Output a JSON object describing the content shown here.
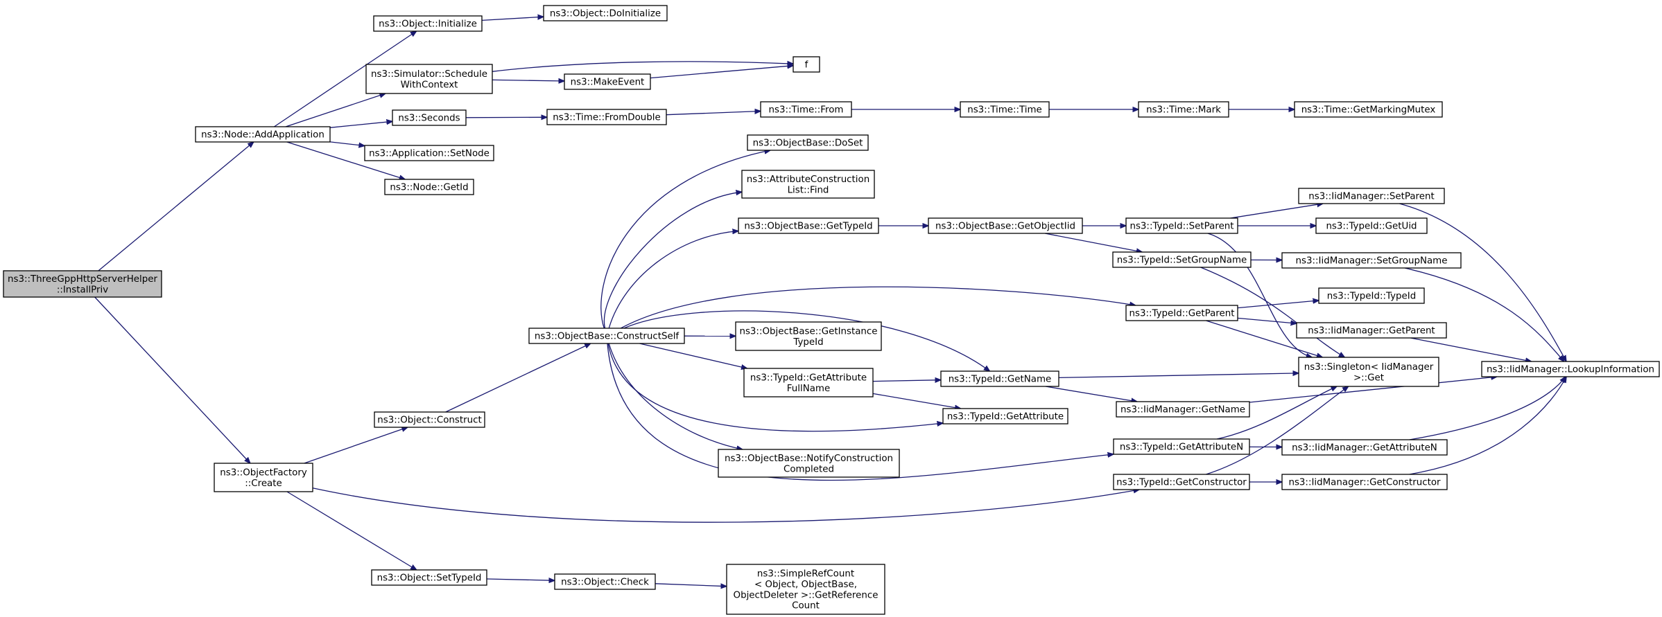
{
  "graph": {
    "edge_color": "#191970",
    "root_fill": "#bfbfbf",
    "node_fill": "#ffffff",
    "nodes": {
      "root": [
        "ns3::ThreeGppHttpServerHelper",
        "::InstallPriv"
      ],
      "addApp": [
        "ns3::Node::AddApplication"
      ],
      "create": [
        "ns3::ObjectFactory",
        "::Create"
      ],
      "init": [
        "ns3::Object::Initialize"
      ],
      "doInit": [
        "ns3::Object::DoInitialize"
      ],
      "schedule": [
        "ns3::Simulator::Schedule",
        "WithContext"
      ],
      "f": [
        "f"
      ],
      "makeEvent": [
        "ns3::MakeEvent"
      ],
      "seconds": [
        "ns3::Seconds"
      ],
      "fromDouble": [
        "ns3::Time::FromDouble"
      ],
      "timeFrom": [
        "ns3::Time::From"
      ],
      "timeTime": [
        "ns3::Time::Time"
      ],
      "timeMark": [
        "ns3::Time::Mark"
      ],
      "mutex": [
        "ns3::Time::GetMarkingMutex"
      ],
      "setNode": [
        "ns3::Application::SetNode"
      ],
      "getId": [
        "ns3::Node::GetId"
      ],
      "construct": [
        "ns3::Object::Construct"
      ],
      "constructSelf": [
        "ns3::ObjectBase::ConstructSelf"
      ],
      "doSet": [
        "ns3::ObjectBase::DoSet"
      ],
      "acFind": [
        "ns3::AttributeConstruction",
        "List::Find"
      ],
      "getTypeId": [
        "ns3::ObjectBase::GetTypeId"
      ],
      "getObjectIid": [
        "ns3::ObjectBase::GetObjectIid"
      ],
      "setParent": [
        "ns3::TypeId::SetParent"
      ],
      "setGroupName": [
        "ns3::TypeId::SetGroupName"
      ],
      "getParent": [
        "ns3::TypeId::GetParent"
      ],
      "getInstTid": [
        "ns3::ObjectBase::GetInstance",
        "TypeId"
      ],
      "getAttrFullName": [
        "ns3::TypeId::GetAttribute",
        "FullName"
      ],
      "getName": [
        "ns3::TypeId::GetName"
      ],
      "getAttribute": [
        "ns3::TypeId::GetAttribute"
      ],
      "notify": [
        "ns3::ObjectBase::NotifyConstruction",
        "Completed"
      ],
      "getAttributeN": [
        "ns3::TypeId::GetAttributeN"
      ],
      "getConstructor": [
        "ns3::TypeId::GetConstructor"
      ],
      "setTypeId": [
        "ns3::Object::SetTypeId"
      ],
      "objCheck": [
        "ns3::Object::Check"
      ],
      "refCount": [
        "ns3::SimpleRefCount",
        "< Object, ObjectBase,",
        "ObjectDeleter >::GetReference",
        "Count"
      ],
      "iidSetParent": [
        "ns3::IidManager::SetParent"
      ],
      "getUid": [
        "ns3::TypeId::GetUid"
      ],
      "iidSetGroupName": [
        "ns3::IidManager::SetGroupName"
      ],
      "typeIdCtor": [
        "ns3::TypeId::TypeId"
      ],
      "iidGetParent": [
        "ns3::IidManager::GetParent"
      ],
      "singletonGet": [
        "ns3::Singleton< IidManager",
        ">::Get"
      ],
      "iidGetName": [
        "ns3::IidManager::GetName"
      ],
      "iidGetAttributeN": [
        "ns3::IidManager::GetAttributeN"
      ],
      "iidGetConstructor": [
        "ns3::IidManager::GetConstructor"
      ],
      "lookup": [
        "ns3::IidManager::LookupInformation"
      ]
    },
    "edges": [
      [
        "root",
        "addApp"
      ],
      [
        "root",
        "create"
      ],
      [
        "addApp",
        "init"
      ],
      [
        "addApp",
        "schedule"
      ],
      [
        "addApp",
        "seconds"
      ],
      [
        "addApp",
        "setNode"
      ],
      [
        "addApp",
        "getId"
      ],
      [
        "init",
        "doInit"
      ],
      [
        "schedule",
        "f"
      ],
      [
        "schedule",
        "makeEvent"
      ],
      [
        "makeEvent",
        "f"
      ],
      [
        "seconds",
        "fromDouble"
      ],
      [
        "fromDouble",
        "timeFrom"
      ],
      [
        "timeFrom",
        "timeTime"
      ],
      [
        "timeTime",
        "timeMark"
      ],
      [
        "timeMark",
        "mutex"
      ],
      [
        "create",
        "construct"
      ],
      [
        "create",
        "setTypeId"
      ],
      [
        "create",
        "getConstructor"
      ],
      [
        "construct",
        "constructSelf"
      ],
      [
        "constructSelf",
        "doSet"
      ],
      [
        "constructSelf",
        "acFind"
      ],
      [
        "constructSelf",
        "getTypeId"
      ],
      [
        "constructSelf",
        "getParent"
      ],
      [
        "constructSelf",
        "getName"
      ],
      [
        "constructSelf",
        "getInstTid"
      ],
      [
        "constructSelf",
        "getAttrFullName"
      ],
      [
        "constructSelf",
        "getAttribute"
      ],
      [
        "constructSelf",
        "notify"
      ],
      [
        "constructSelf",
        "getAttributeN"
      ],
      [
        "getTypeId",
        "getObjectIid"
      ],
      [
        "getObjectIid",
        "setParent"
      ],
      [
        "getObjectIid",
        "setGroupName"
      ],
      [
        "setParent",
        "iidSetParent"
      ],
      [
        "setParent",
        "getUid"
      ],
      [
        "setParent",
        "singletonGet"
      ],
      [
        "setGroupName",
        "iidSetGroupName"
      ],
      [
        "setGroupName",
        "singletonGet"
      ],
      [
        "getParent",
        "typeIdCtor"
      ],
      [
        "getParent",
        "iidGetParent"
      ],
      [
        "getParent",
        "singletonGet"
      ],
      [
        "getAttrFullName",
        "getName"
      ],
      [
        "getAttrFullName",
        "getAttribute"
      ],
      [
        "getName",
        "singletonGet"
      ],
      [
        "getName",
        "iidGetName"
      ],
      [
        "getAttributeN",
        "singletonGet"
      ],
      [
        "getAttributeN",
        "iidGetAttributeN"
      ],
      [
        "getConstructor",
        "singletonGet"
      ],
      [
        "getConstructor",
        "iidGetConstructor"
      ],
      [
        "setTypeId",
        "objCheck"
      ],
      [
        "objCheck",
        "refCount"
      ],
      [
        "iidSetParent",
        "lookup"
      ],
      [
        "iidSetGroupName",
        "lookup"
      ],
      [
        "iidGetParent",
        "lookup"
      ],
      [
        "iidGetName",
        "lookup"
      ],
      [
        "iidGetAttributeN",
        "lookup"
      ],
      [
        "iidGetConstructor",
        "lookup"
      ]
    ]
  }
}
